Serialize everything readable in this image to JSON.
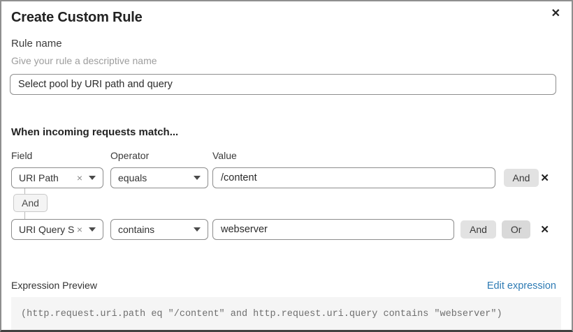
{
  "dialog": {
    "title": "Create Custom Rule"
  },
  "icons": {
    "close": "✕",
    "remove": "✕",
    "clear": "×"
  },
  "rule_name": {
    "label": "Rule name",
    "helper": "Give your rule a descriptive name",
    "value": "Select pool by URI path and query"
  },
  "matcher": {
    "heading": "When incoming requests match...",
    "columns": {
      "field": "Field",
      "operator": "Operator",
      "value": "Value"
    },
    "connector_label": "And",
    "rows": [
      {
        "field": "URI Path",
        "operator": "equals",
        "value": "/content",
        "and_label": "And"
      },
      {
        "field": "URI Query St...",
        "operator": "contains",
        "value": "webserver",
        "and_label": "And",
        "or_label": "Or"
      }
    ]
  },
  "preview": {
    "label": "Expression Preview",
    "edit_link": "Edit expression",
    "expression": "(http.request.uri.path eq \"/content\" and http.request.uri.query contains \"webserver\")"
  },
  "colors": {
    "link": "#2e7bb4",
    "input_border": "#8d8d8d",
    "button_bg": "#e2e2e2",
    "code_bg": "#f5f5f5"
  }
}
